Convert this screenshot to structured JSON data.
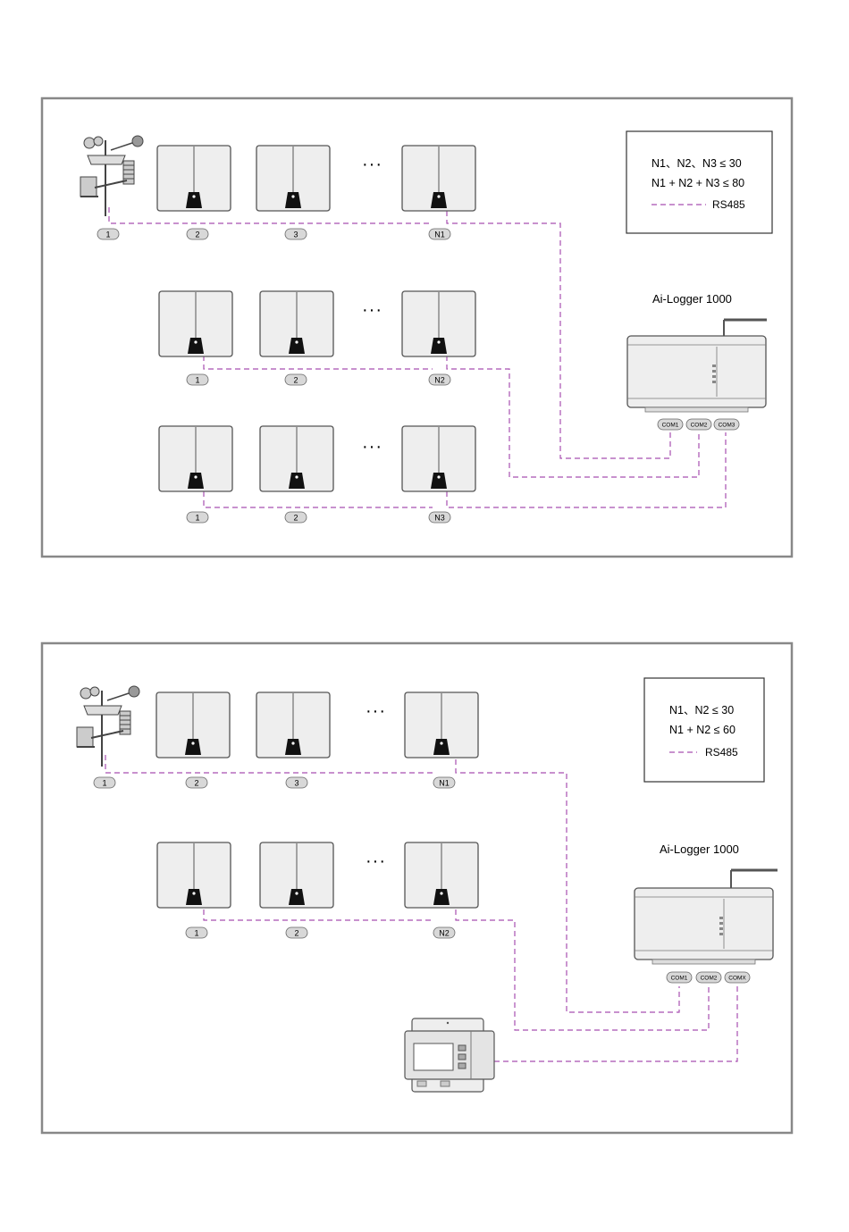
{
  "panel1": {
    "legend": {
      "line1": "N1、N2、N3 ≤ 30",
      "line2": "N1 + N2 + N3 ≤ 80",
      "rs485": "RS485"
    },
    "logger_title": "Ai-Logger 1000",
    "ports": [
      "COM1",
      "COM2",
      "COM3"
    ],
    "row1_labels": [
      "1",
      "2",
      "3",
      "N1"
    ],
    "row2_labels": [
      "1",
      "2",
      "N2"
    ],
    "row3_labels": [
      "1",
      "2",
      "N3"
    ],
    "ellipsis": "···"
  },
  "panel2": {
    "legend": {
      "line1": "N1、N2 ≤ 30",
      "line2": "N1 + N2 ≤ 60",
      "rs485": "RS485"
    },
    "logger_title": "Ai-Logger 1000",
    "ports": [
      "COM1",
      "COM2",
      "COMX"
    ],
    "row1_labels": [
      "1",
      "2",
      "3",
      "N1"
    ],
    "row2_labels": [
      "1",
      "2",
      "N2"
    ],
    "ellipsis": "···"
  },
  "colors": {
    "rs485_line": "#a84fb0",
    "frame": "#888888",
    "device_fill": "#eeeeee",
    "device_stroke": "#555555"
  }
}
